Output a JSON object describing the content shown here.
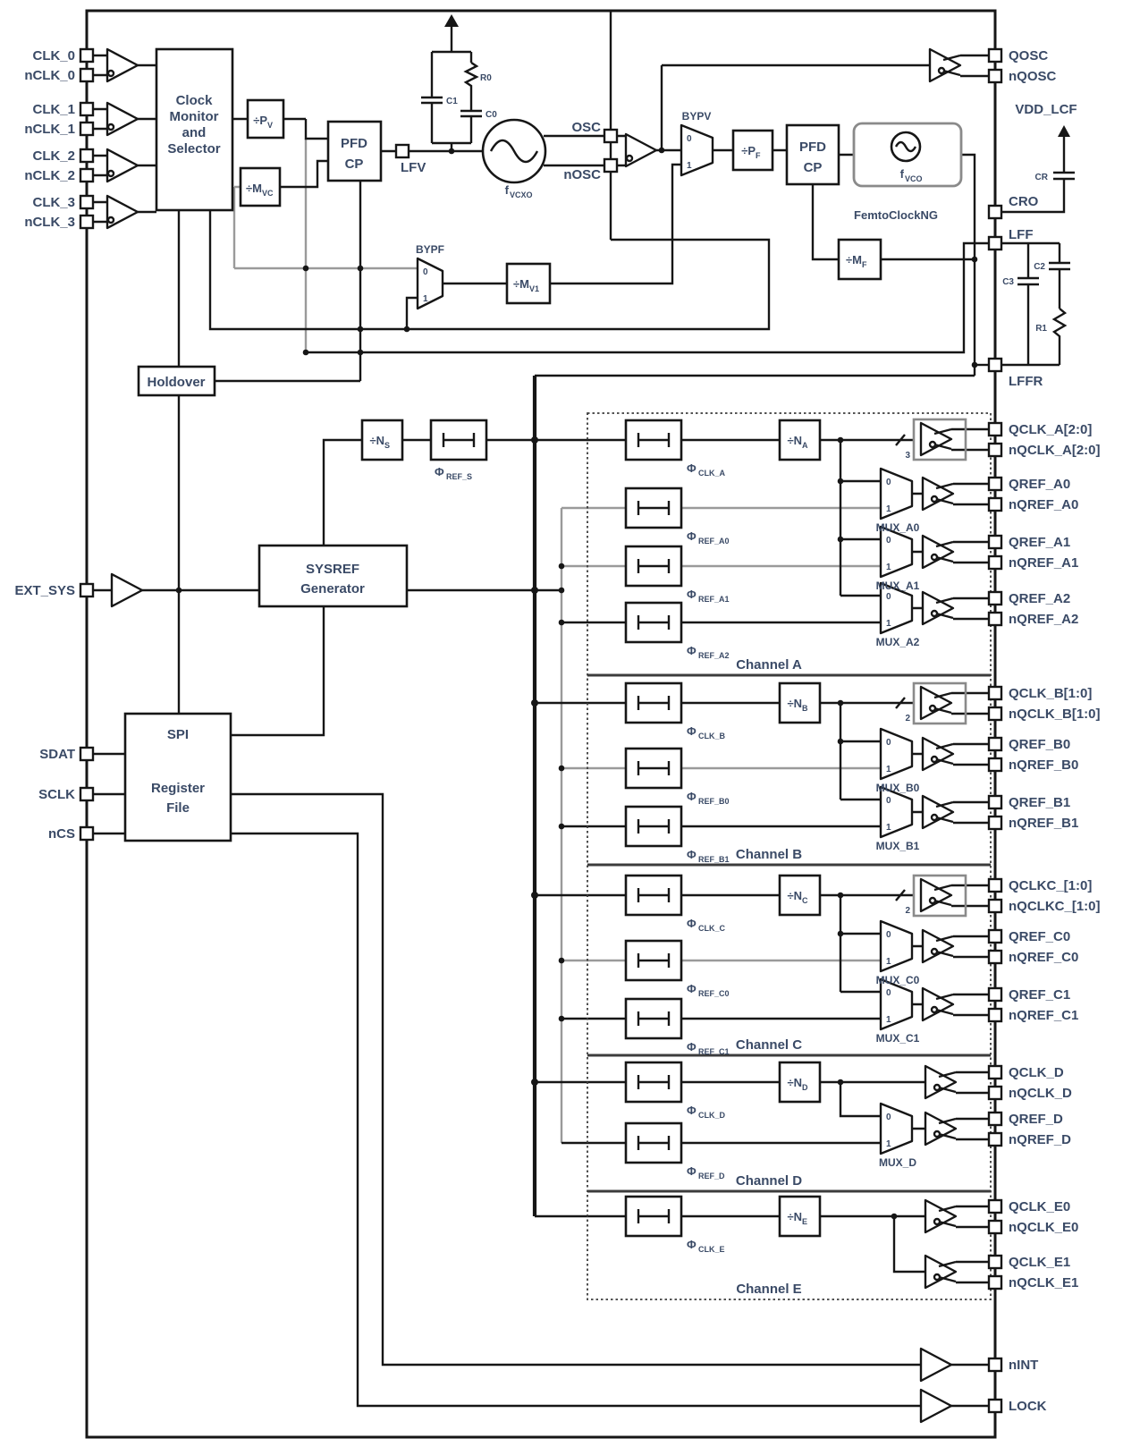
{
  "pl": [
    "CLK_0",
    "nCLK_0",
    "CLK_1",
    "nCLK_1",
    "CLK_2",
    "nCLK_2",
    "CLK_3",
    "nCLK_3",
    "EXT_SYS",
    "SDAT",
    "SCLK",
    "nCS"
  ],
  "pr": [
    "QOSC",
    "nQOSC",
    "VDD_LCF",
    "CRO",
    "LFF",
    "LFFR",
    "QCLK_A[2:0]",
    "nQCLK_A[2:0]",
    "QREF_A0",
    "nQREF_A0",
    "QREF_A1",
    "nQREF_A1",
    "QREF_A2",
    "nQREF_A2",
    "QCLK_B[1:0]",
    "nQCLK_B[1:0]",
    "QREF_B0",
    "nQREF_B0",
    "QREF_B1",
    "nQREF_B1",
    "QCLKC_[1:0]",
    "nQCLKC_[1:0]",
    "QREF_C0",
    "nQREF_C0",
    "QREF_C1",
    "nQREF_C1",
    "QCLK_D",
    "nQCLK_D",
    "QREF_D",
    "nQREF_D",
    "QCLK_E0",
    "nQCLK_E0",
    "QCLK_E1",
    "nQCLK_E1",
    "nINT",
    "LOCK"
  ],
  "blocks": {
    "cm": [
      "Clock",
      "Monitor",
      "and",
      "Selector"
    ],
    "pfd": [
      "PFD",
      "CP"
    ],
    "holdover": "Holdover",
    "sysref": [
      "SYSREF",
      "Generator"
    ],
    "spi": [
      "SPI",
      "Register",
      "File"
    ],
    "femto": "FemtoClockNG"
  },
  "div": [
    {
      "b": "÷P",
      "s": "V"
    },
    {
      "b": "÷M",
      "s": "VC"
    },
    {
      "b": "÷P",
      "s": "F"
    },
    {
      "b": "÷M",
      "s": "F"
    },
    {
      "b": "÷M",
      "s": "V1"
    },
    {
      "b": "÷N",
      "s": "S"
    },
    {
      "b": "÷N",
      "s": "A"
    },
    {
      "b": "÷N",
      "s": "B"
    },
    {
      "b": "÷N",
      "s": "C"
    },
    {
      "b": "÷N",
      "s": "D"
    },
    {
      "b": "÷N",
      "s": "E"
    }
  ],
  "phi": [
    {
      "b": "Φ",
      "s": "REF_S"
    },
    {
      "b": "Φ",
      "s": "CLK_A"
    },
    {
      "b": "Φ",
      "s": "REF_A0"
    },
    {
      "b": "Φ",
      "s": "REF_A1"
    },
    {
      "b": "Φ",
      "s": "REF_A2"
    },
    {
      "b": "Φ",
      "s": "CLK_B"
    },
    {
      "b": "Φ",
      "s": "REF_B0"
    },
    {
      "b": "Φ",
      "s": "REF_B1"
    },
    {
      "b": "Φ",
      "s": "CLK_C"
    },
    {
      "b": "Φ",
      "s": "REF_C0"
    },
    {
      "b": "Φ",
      "s": "REF_C1"
    },
    {
      "b": "Φ",
      "s": "CLK_D"
    },
    {
      "b": "Φ",
      "s": "REF_D"
    },
    {
      "b": "Φ",
      "s": "CLK_E"
    }
  ],
  "oscs": {
    "vcxo_b": "f",
    "vcxo_s": "VCXO",
    "vco_b": "f",
    "vco_s": "VCO",
    "osc": "OSC",
    "nosc": "nOSC",
    "lfv": "LFV"
  },
  "mux": {
    "bypv": "BYPV",
    "bypf": "BYPF",
    "list": [
      "MUX_A0",
      "MUX_A1",
      "MUX_A2",
      "MUX_B0",
      "MUX_B1",
      "MUX_C0",
      "MUX_C1",
      "MUX_D"
    ],
    "sel0": "0",
    "sel1": "1"
  },
  "comp": {
    "c1": "C1",
    "r0": "R0",
    "c0": "C0",
    "cr": "CR",
    "c3": "C3",
    "c2": "C2",
    "r1": "R1"
  },
  "ch": [
    "Channel A",
    "Channel B",
    "Channel C",
    "Channel D",
    "Channel E"
  ],
  "bus": {
    "a": "3",
    "b": "2",
    "c": "2"
  },
  "colors": {
    "line": "#161616",
    "label": "#3a4a66",
    "gray_wire": "#9a9a9a"
  }
}
